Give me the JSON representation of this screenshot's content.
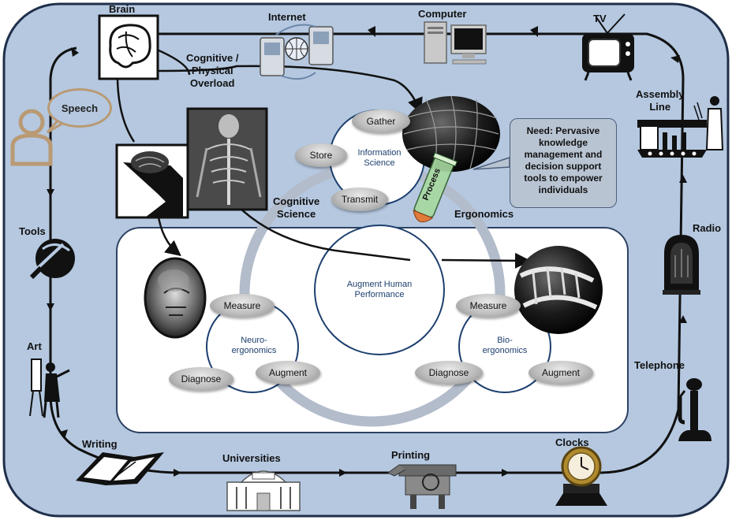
{
  "timeline": {
    "brain": "Brain",
    "internet": "Internet",
    "computer": "Computer",
    "tv": "TV",
    "assembly_line": "Assembly\nLine",
    "radio": "Radio",
    "telephone": "Telephone",
    "clocks": "Clocks",
    "printing": "Printing",
    "universities": "Universities",
    "writing": "Writing",
    "art": "Art",
    "tools": "Tools",
    "speech": "Speech"
  },
  "overload_label": "Cognitive /\nPhysical\nOverload",
  "callout": "Need: Pervasive knowledge management and decision support tools to empower individuals",
  "science": {
    "cognitive": "Cognitive\nScience",
    "ergonomics": "Ergonomics",
    "information": "Information\nScience",
    "center": "Augment Human\nPerformance",
    "neuro": "Neuro-\nergonomics",
    "bio": "Bio-\nergonomics"
  },
  "pills": {
    "gather": "Gather",
    "store": "Store",
    "transmit": "Transmit",
    "process": "Process",
    "neuro_measure": "Measure",
    "neuro_diagnose": "Diagnose",
    "neuro_augment": "Augment",
    "bio_measure": "Measure",
    "bio_diagnose": "Diagnose",
    "bio_augment": "Augment"
  },
  "colors": {
    "background": "#b5c8e0",
    "border": "#1f2f4a",
    "inner_panel": "#ffffff",
    "ring": "#b3bccb",
    "callout": "#b9c4d3"
  }
}
